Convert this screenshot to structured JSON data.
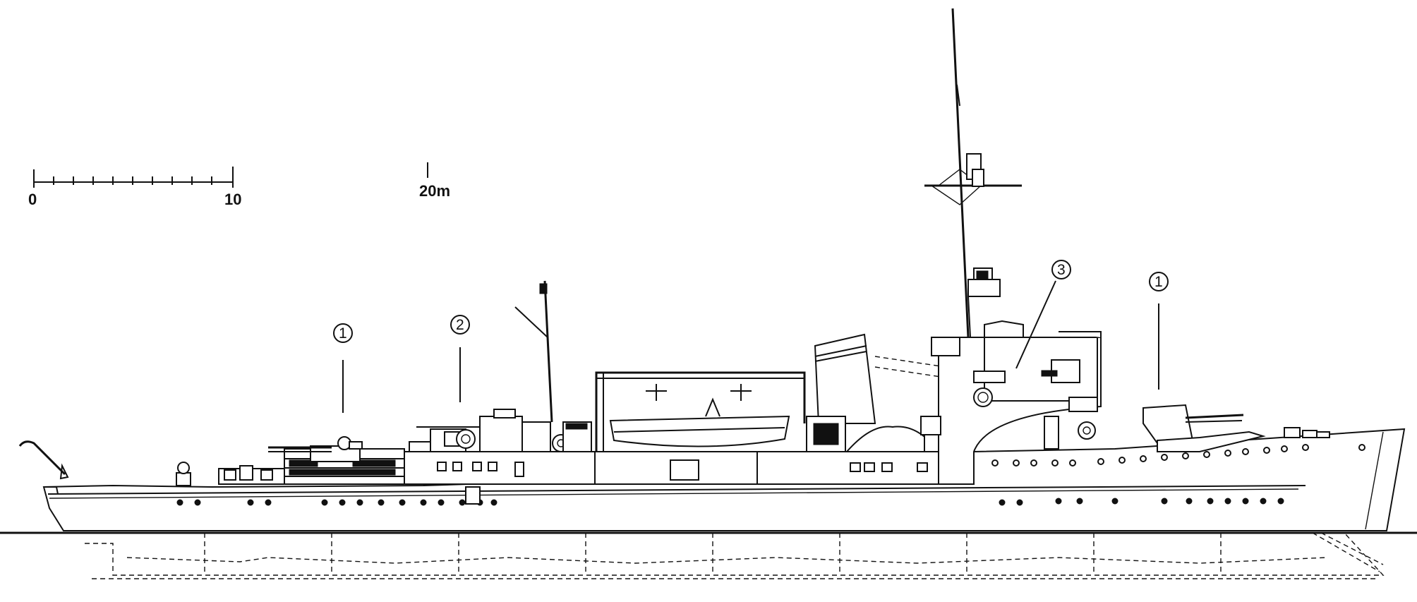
{
  "scale_bar": {
    "label_start": "0",
    "label_mid": "10",
    "label_end": "20m"
  },
  "callouts": [
    {
      "id": "gun-aft",
      "label": "1"
    },
    {
      "id": "aa-mount",
      "label": "2"
    },
    {
      "id": "bridge",
      "label": "3"
    },
    {
      "id": "gun-fore",
      "label": "1"
    }
  ]
}
